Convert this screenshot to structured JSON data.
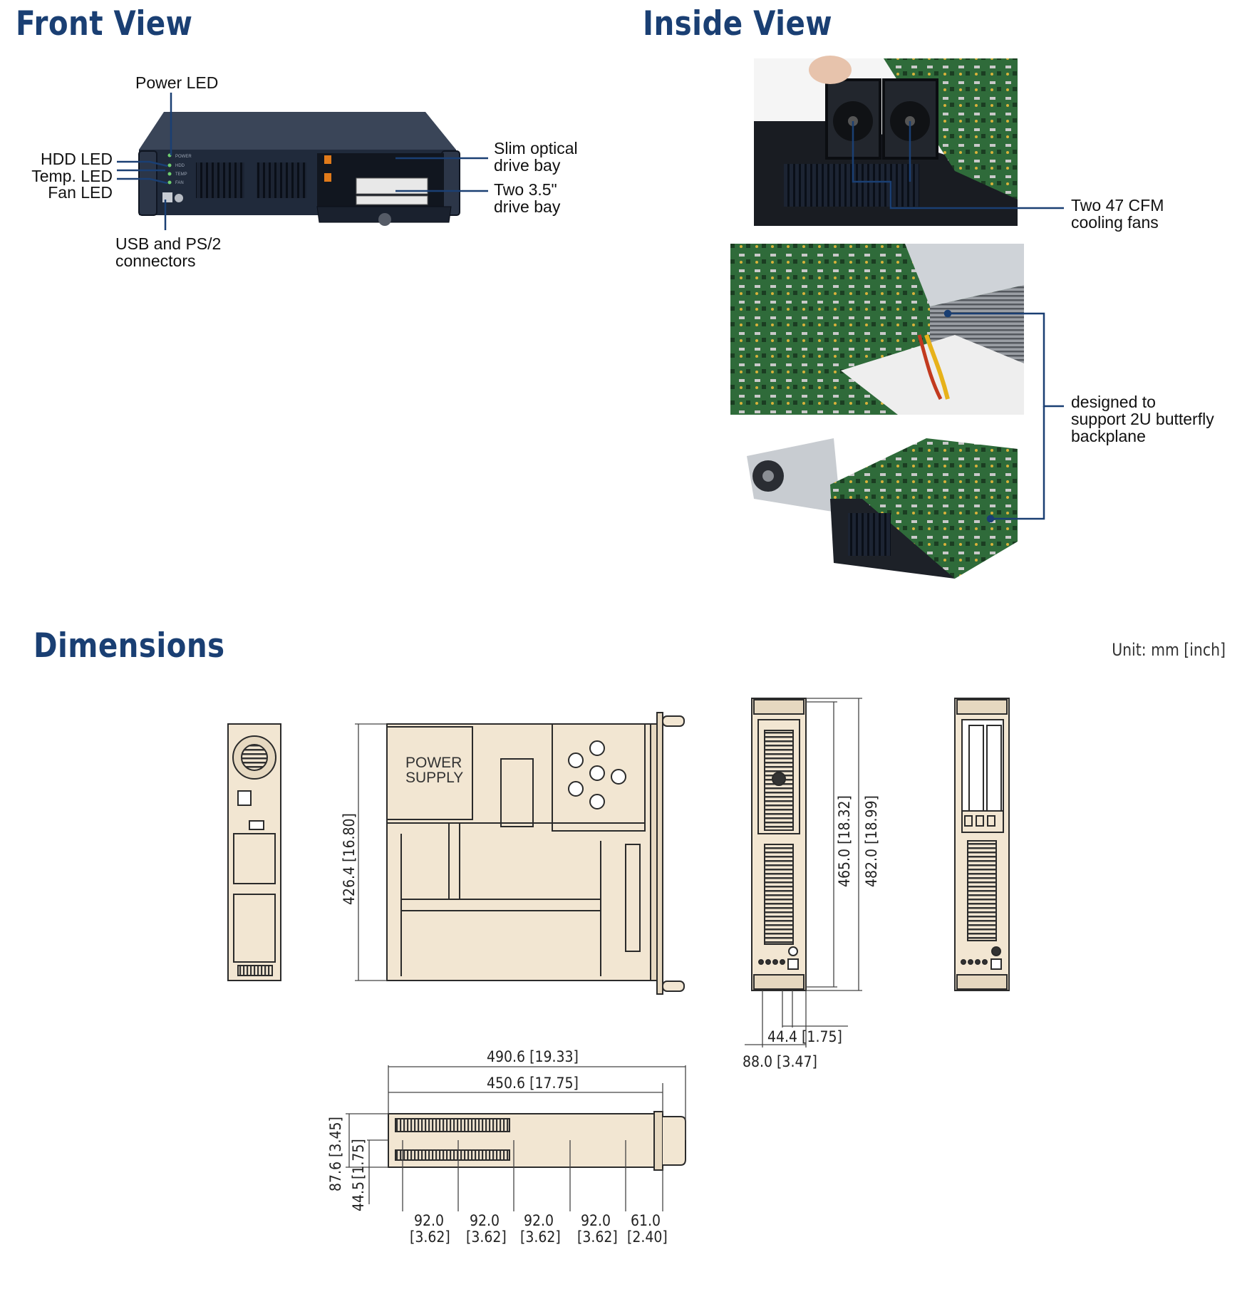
{
  "sections": {
    "front_view": "Front View",
    "inside_view": "Inside View",
    "dimensions": "Dimensions"
  },
  "unit_note": "Unit: mm [inch]",
  "front_callouts": {
    "power_led": "Power LED",
    "hdd_led": "HDD LED",
    "temp_led": "Temp. LED",
    "fan_led": "Fan LED",
    "usb_ps2": [
      "USB and PS/2",
      "connectors"
    ],
    "slim_optical": [
      "Slim optical",
      "drive bay"
    ],
    "two_35": [
      "Two 3.5\"",
      "drive bay"
    ]
  },
  "front_panel_labels": [
    "POWER",
    "HDD",
    "TEMP",
    "FAN"
  ],
  "inside_callouts": {
    "fans": [
      "Two 47 CFM",
      "cooling fans"
    ],
    "backplane": [
      "designed to",
      "support 2U butterfly",
      "backplane"
    ]
  },
  "drawing_labels": {
    "power_supply": [
      "POWER",
      "SUPPLY"
    ]
  },
  "dimensions": {
    "depth": "426.4 [16.80]",
    "height_465": "465.0 [18.32]",
    "height_482": "482.0 [18.99]",
    "w_44_4": "44.4 [1.75]",
    "w_88_0": "88.0 [3.47]",
    "len_490": "490.6 [19.33]",
    "len_450": "450.6 [17.75]",
    "h_87_6": "87.6 [3.45]",
    "h_1_75": "[1.75]",
    "h_44_5": "44.5",
    "spacing_mm": [
      "92.0",
      "92.0",
      "92.0",
      "92.0",
      "61.0"
    ],
    "spacing_in": [
      "[3.62]",
      "[3.62]",
      "[3.62]",
      "[3.62]",
      "[2.40]"
    ]
  },
  "colors": {
    "heading": "#1a3f73",
    "leader": "#1a3f73",
    "drawing_fill": "#f2e6d2",
    "drawing_line": "#2b2b2b"
  }
}
